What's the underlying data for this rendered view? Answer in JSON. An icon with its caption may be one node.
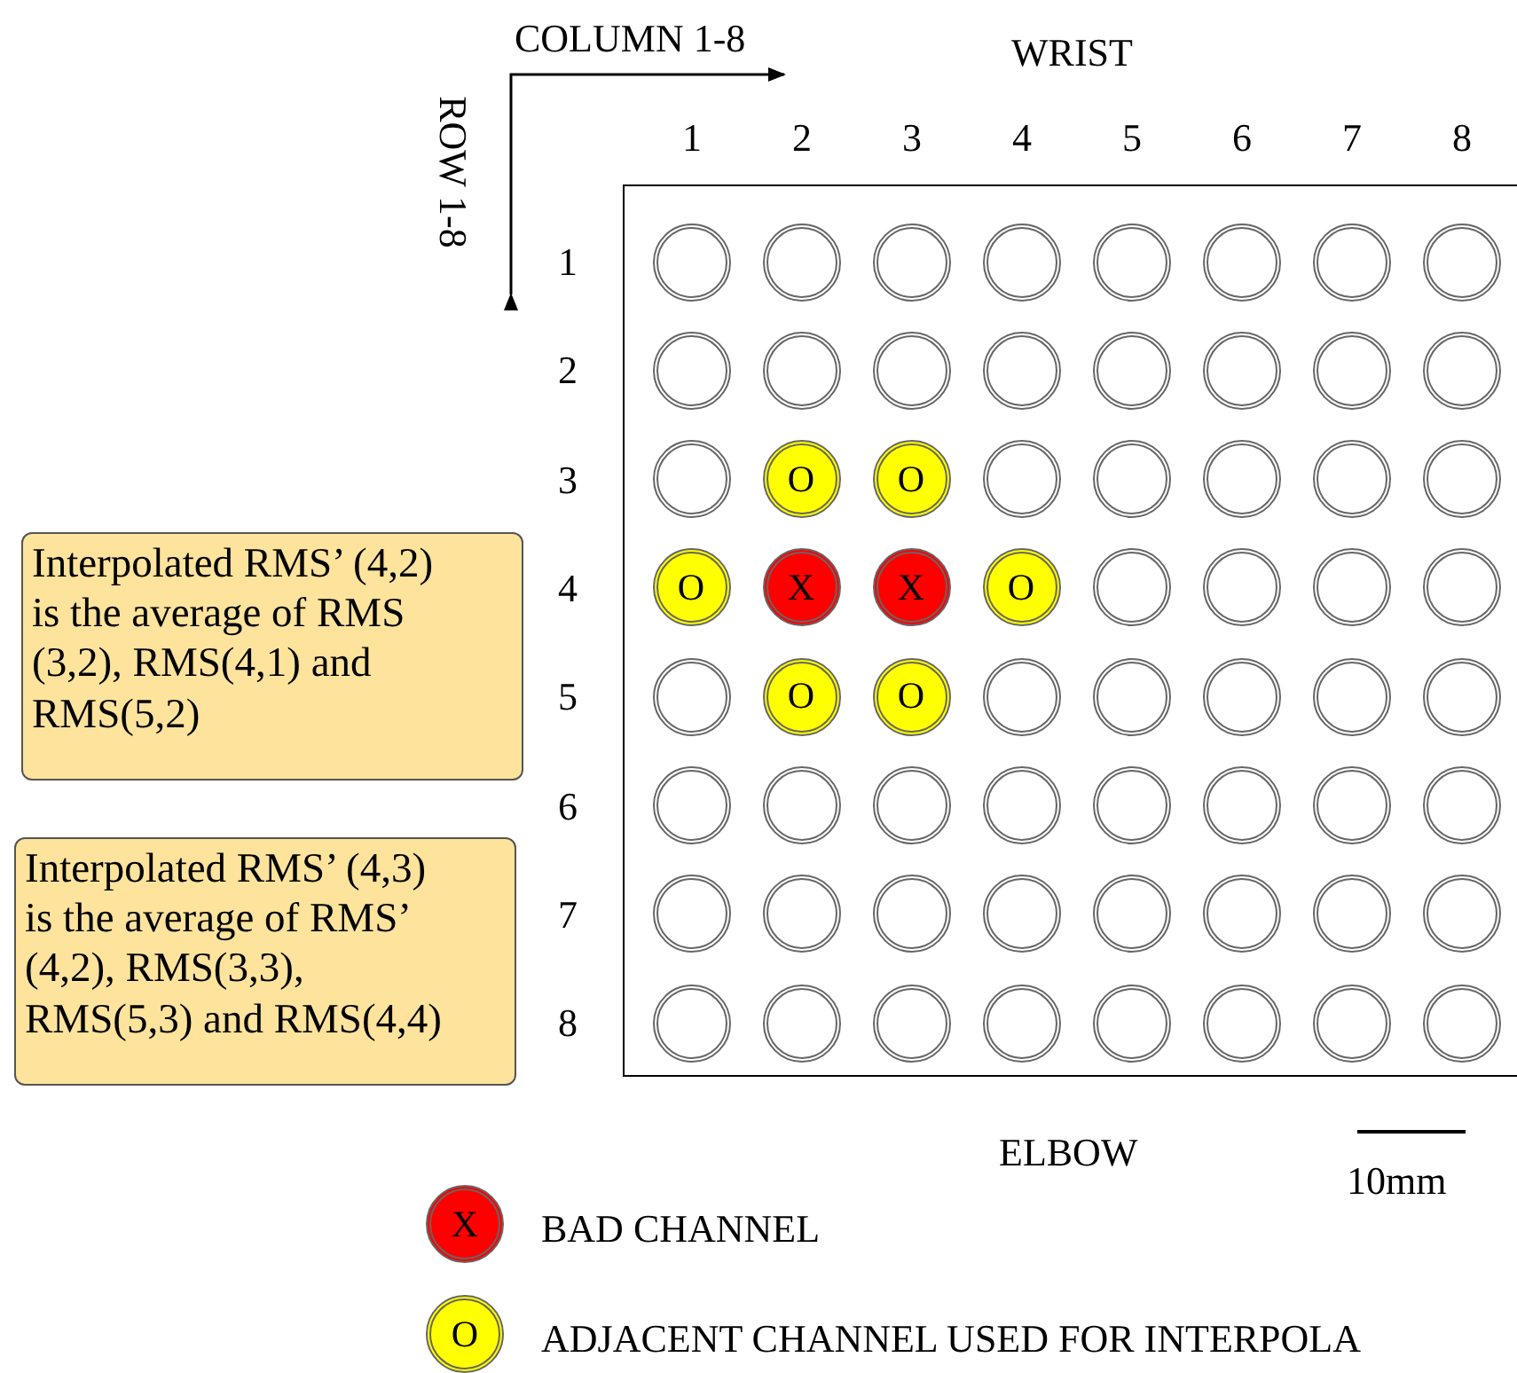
{
  "diagram": {
    "nodes": [
      {
        "text": [
          "Interpolated RMS’ (4,2) is the average of RMS (3,2), RMS(4,1) and RMS(5,2)"
        ]
      },
      {
        "text": [
          "Interpolated RMS’ (4,3) is the average of RMS’ (4,2), RMS(3,3), RMS(5,3) and RMS(4,4)"
        ]
      },
      {
        "text": [],
        "shape": "box"
      },
      {
        "text": [],
        "shape": "circle",
        "in": 2
      },
      {
        "text": [],
        "shape": "circle",
        "in": 2
      },
      {
        "text": [],
        "shape": "circle",
        "in": 2
      },
      {
        "text": [],
        "shape": "circle",
        "in": 2
      },
      {
        "text": [],
        "shape": "circle",
        "in": 2
      },
      {
        "text": [],
        "shape": "circle",
        "in": 2
      },
      {
        "text": [],
        "shape": "circle",
        "in": 2
      },
      {
        "text": [],
        "shape": "circle",
        "in": 2
      },
      {
        "text": [],
        "shape": "circle",
        "in": 2
      },
      {
        "text": [],
        "shape": "circle",
        "in": 2
      },
      {
        "text": [],
        "shape": "circle",
        "in": 2
      },
      {
        "text": [],
        "shape": "circle",
        "in": 2
      },
      {
        "text": [],
        "shape": "circle",
        "in": 2
      },
      {
        "text": [],
        "shape": "circle",
        "in": 2
      },
      {
        "text": [],
        "shape": "circle",
        "in": 2
      },
      {
        "text": [],
        "shape": "circle",
        "in": 2
      },
      {
        "text": [],
        "shape": "circle",
        "in": 2
      },
      {
        "text": [
          "O"
        ],
        "in": 2
      },
      {
        "text": [
          "O"
        ],
        "in": 2
      },
      {
        "text": [],
        "shape": "circle",
        "in": 2
      },
      {
        "text": [],
        "shape": "circle",
        "in": 2
      },
      {
        "text": [],
        "shape": "circle",
        "in": 2
      },
      {
        "text": [],
        "shape": "circle",
        "in": 2
      },
      {
        "text": [],
        "shape": "circle",
        "in": 2
      },
      {
        "text": [
          "O"
        ],
        "in": 2
      },
      {
        "text": [
          "X"
        ],
        "in": 2
      },
      {
        "text": [
          "X"
        ],
        "in": 2
      },
      {
        "text": [
          "O"
        ],
        "in": 2
      },
      {
        "text": [],
        "shape": "circle",
        "in": 2
      },
      {
        "text": [],
        "shape": "circle",
        "in": 2
      },
      {
        "text": [],
        "shape": "circle",
        "in": 2
      },
      {
        "text": [],
        "shape": "circle",
        "in": 2
      },
      {
        "text": [],
        "shape": "circle",
        "in": 2
      },
      {
        "text": [
          "O"
        ],
        "in": 2
      },
      {
        "text": [
          "O"
        ],
        "in": 2
      },
      {
        "text": [],
        "shape": "circle",
        "in": 2
      },
      {
        "text": [],
        "shape": "circle",
        "in": 2
      },
      {
        "text": [],
        "shape": "circle",
        "in": 2
      },
      {
        "text": [],
        "shape": "circle",
        "in": 2
      },
      {
        "text": [],
        "shape": "circle",
        "in": 2
      },
      {
        "text": [],
        "shape": "circle",
        "in": 2
      },
      {
        "text": [],
        "shape": "circle",
        "in": 2
      },
      {
        "text": [],
        "shape": "circle",
        "in": 2
      },
      {
        "text": [],
        "shape": "circle",
        "in": 2
      },
      {
        "text": [],
        "shape": "circle",
        "in": 2
      },
      {
        "text": [],
        "shape": "circle",
        "in": 2
      },
      {
        "text": [],
        "shape": "circle",
        "in": 2
      },
      {
        "text": [],
        "shape": "circle",
        "in": 2
      },
      {
        "text": [],
        "shape": "circle",
        "in": 2
      },
      {
        "text": [],
        "shape": "circle",
        "in": 2
      },
      {
        "text": [],
        "shape": "circle",
        "in": 2
      },
      {
        "text": [],
        "shape": "circle",
        "in": 2
      },
      {
        "text": [],
        "shape": "circle",
        "in": 2
      },
      {
        "text": [],
        "shape": "circle",
        "in": 2
      },
      {
        "text": [],
        "shape": "circle",
        "in": 2
      },
      {
        "text": [],
        "shape": "circle",
        "in": 2
      },
      {
        "text": [],
        "shape": "circle",
        "in": 2
      },
      {
        "text": [],
        "shape": "circle",
        "in": 2
      },
      {
        "text": [],
        "shape": "circle",
        "in": 2
      },
      {
        "text": [],
        "shape": "circle",
        "in": 2
      },
      {
        "text": [],
        "shape": "circle",
        "in": 2
      },
      {
        "text": [],
        "shape": "circle",
        "in": 2
      },
      {
        "text": [],
        "shape": "circle",
        "in": 2
      },
      {
        "text": [],
        "shape": "circle",
        "in": 2
      }
    ],
    "labels": [
      "COLUMN 1-8",
      "ROW 1-8",
      "WRIST",
      "1",
      "2",
      "3",
      "4",
      "5",
      "6",
      "7",
      "8",
      "1",
      "2",
      "3",
      "4",
      "5",
      "6",
      "7",
      "8",
      "ELBOW",
      "10mm",
      "X",
      "O"
    ],
    "legend": [
      {
        "text": "BAD CHANNEL",
        "color": "#ff0000"
      },
      {
        "text": "ADJACENT CHANNEL USED FOR INTERPOLA",
        "color": "#ffff00"
      }
    ]
  }
}
